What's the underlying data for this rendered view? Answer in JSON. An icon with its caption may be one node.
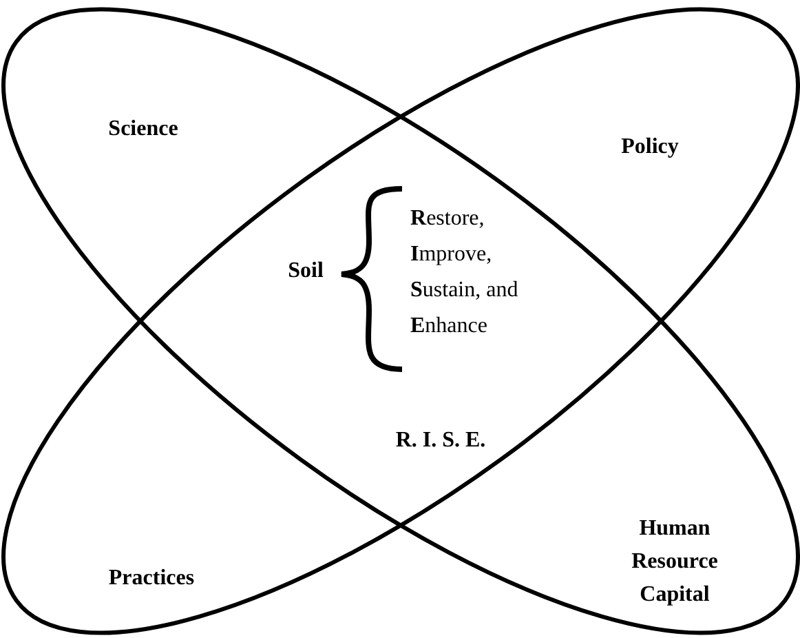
{
  "diagram": {
    "nodes": [
      {
        "text": [
          "Science",
          "Human Resource Capital"
        ]
      },
      {
        "text": [
          "Policy",
          "Practices"
        ]
      }
    ],
    "edges": [],
    "labels": [
      "Soil",
      "**R**estore, **I**mprove, **S**ustain, and **E**nhance",
      "R. I. S. E."
    ]
  }
}
